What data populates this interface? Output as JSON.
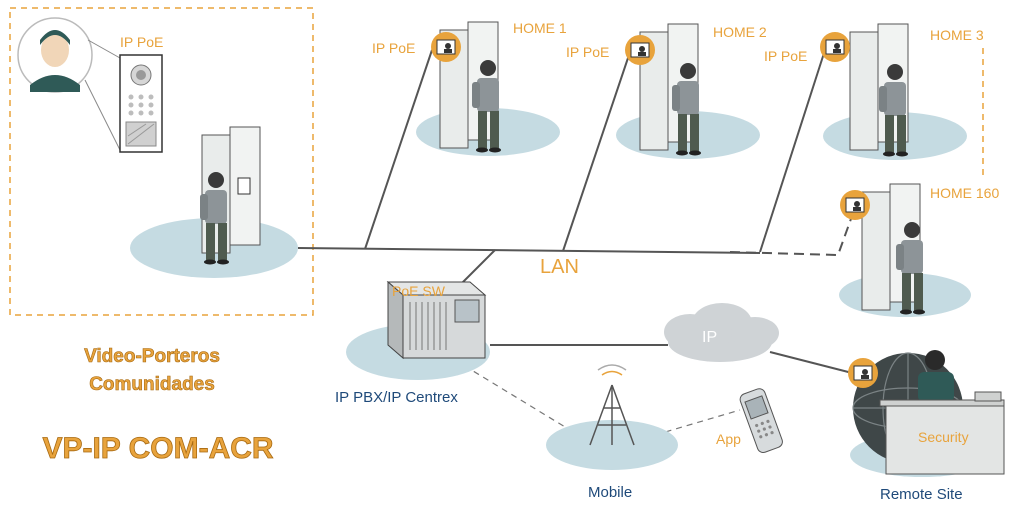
{
  "colors": {
    "accent": "#e8a33c",
    "label_blue": "#1f4a7a",
    "line": "#555555",
    "floor": "#c5dbe2",
    "cloud": "#cfd3d6"
  },
  "building": {
    "ip_poe_label": "IP PoE"
  },
  "homes": [
    {
      "name": "HOME 1",
      "ip_label": "IP PoE"
    },
    {
      "name": "HOME 2",
      "ip_label": "IP PoE"
    },
    {
      "name": "HOME 3",
      "ip_label": "IP PoE"
    },
    {
      "name": "HOME 160",
      "ip_label": ""
    }
  ],
  "network": {
    "lan": "LAN",
    "poe_switch": "PoE SW",
    "pbx": "IP PBX/IP Centrex",
    "cloud": "IP",
    "mobile": "Mobile",
    "app": "App",
    "security": "Security",
    "remote_site": "Remote Site"
  },
  "title": {
    "line1": "Video-Porteros",
    "line2": "Comunidades",
    "model": "VP-IP COM-ACR"
  }
}
